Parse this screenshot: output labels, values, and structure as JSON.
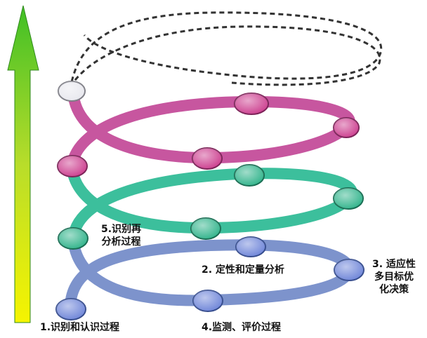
{
  "colors": {
    "arrow_top": "#3fbf26",
    "arrow_mid": "#b8dd2a",
    "arrow_bottom": "#f6f400",
    "blue_ring": "#7d93cc",
    "green_ring": "#3cbf9c",
    "pink_ring": "#c7569f",
    "blue_node": "#6d84d8",
    "green_node": "#2fb38a",
    "pink_node": "#cc3d8e",
    "white_node": "#e8e8ee",
    "dashed": "#333333"
  },
  "labels": {
    "step1": "1.识别和认识过程",
    "step2": "2. 定性和定量分析",
    "step3_line1": "3. 适应性",
    "step3_line2": "多目标优",
    "step3_line3": "化决策",
    "step4": "4.监测、评价过程",
    "step5_line1": "5.识别再",
    "step5_line2": "分析过程"
  }
}
